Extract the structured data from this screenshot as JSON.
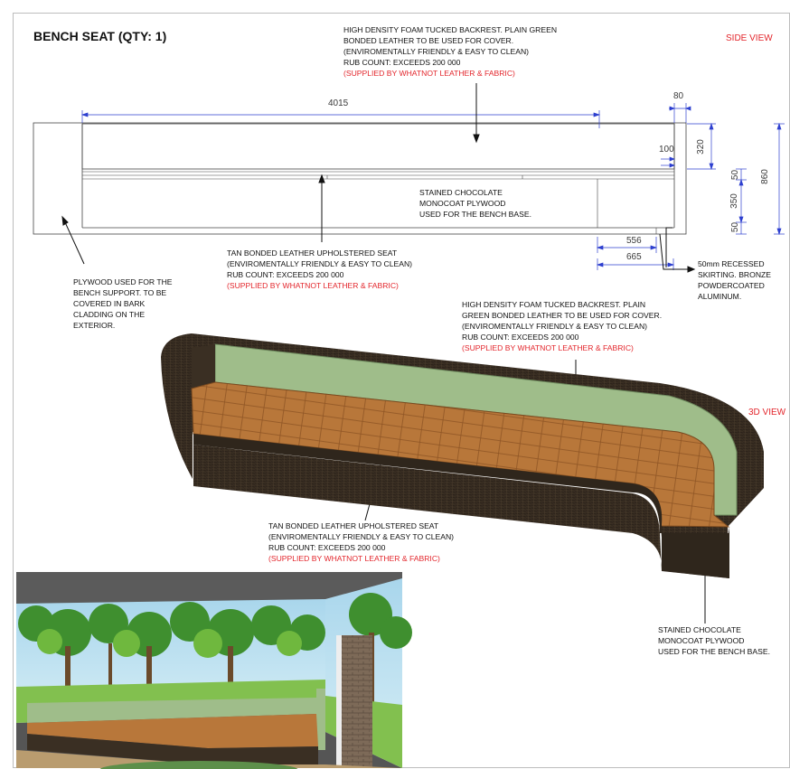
{
  "title": "BENCH SEAT (QTY: 1)",
  "views": {
    "side": "SIDE VIEW",
    "three_d": "3D VIEW"
  },
  "dimensions": {
    "overall_length": "4015",
    "top_width": "80",
    "backrest_thickness": "100",
    "backrest_height": "320",
    "gap_top": "50",
    "base_height": "350",
    "gap_bottom": "50",
    "overall_height": "860",
    "seat_depth": "556",
    "total_depth": "665"
  },
  "notes": {
    "backrest_top": {
      "l1": "HIGH DENSITY FOAM TUCKED BACKREST. PLAIN GREEN",
      "l2": "BONDED LEATHER TO BE USED FOR COVER.",
      "l3": "(ENVIROMENTALLY FRIENDLY & EASY TO CLEAN)",
      "l4": "RUB COUNT: EXCEEDS 200 000",
      "l5": "(SUPPLIED BY WHATNOT LEATHER & FABRIC)"
    },
    "base_side": {
      "l1": "STAINED CHOCOLATE",
      "l2": "MONOCOAT PLYWOOD",
      "l3": "USED FOR THE BENCH BASE."
    },
    "seat_side": {
      "l1": "TAN BONDED LEATHER UPHOLSTERED SEAT",
      "l2": "(ENVIROMENTALLY FRIENDLY & EASY TO CLEAN)",
      "l3": "RUB COUNT: EXCEEDS 200 000",
      "l4": "(SUPPLIED BY WHATNOT LEATHER & FABRIC)"
    },
    "plywood": {
      "l1": "PLYWOOD  USED FOR THE",
      "l2": "BENCH SUPPORT. TO BE",
      "l3": "COVERED IN BARK",
      "l4": "CLADDING ON THE",
      "l5": "EXTERIOR."
    },
    "skirting": {
      "l1": "50mm RECESSED",
      "l2": "SKIRTING. BRONZE",
      "l3": "POWDERCOATED",
      "l4": "ALUMINUM."
    },
    "backrest_3d": {
      "l1": "HIGH DENSITY FOAM TUCKED BACKREST. PLAIN",
      "l2": "GREEN BONDED LEATHER TO BE USED FOR COVER.",
      "l3": "(ENVIROMENTALLY FRIENDLY & EASY TO CLEAN)",
      "l4": "RUB COUNT: EXCEEDS 200 000",
      "l5": "(SUPPLIED BY WHATNOT LEATHER & FABRIC)"
    },
    "seat_3d": {
      "l1": "TAN BONDED LEATHER UPHOLSTERED SEAT",
      "l2": "(ENVIROMENTALLY FRIENDLY & EASY TO CLEAN)",
      "l3": "RUB COUNT: EXCEEDS 200 000",
      "l4": "(SUPPLIED BY WHATNOT LEATHER & FABRIC)"
    },
    "base_3d": {
      "l1": "STAINED CHOCOLATE",
      "l2": "MONOCOAT PLYWOOD",
      "l3": "USED FOR THE BENCH BASE."
    }
  },
  "colors": {
    "green_backrest": "#9fbd8a",
    "tan_seat": "#b8773a",
    "bark": "#3a2f23",
    "dim_blue": "#2d3fcf",
    "red_note": "#e3262c"
  }
}
